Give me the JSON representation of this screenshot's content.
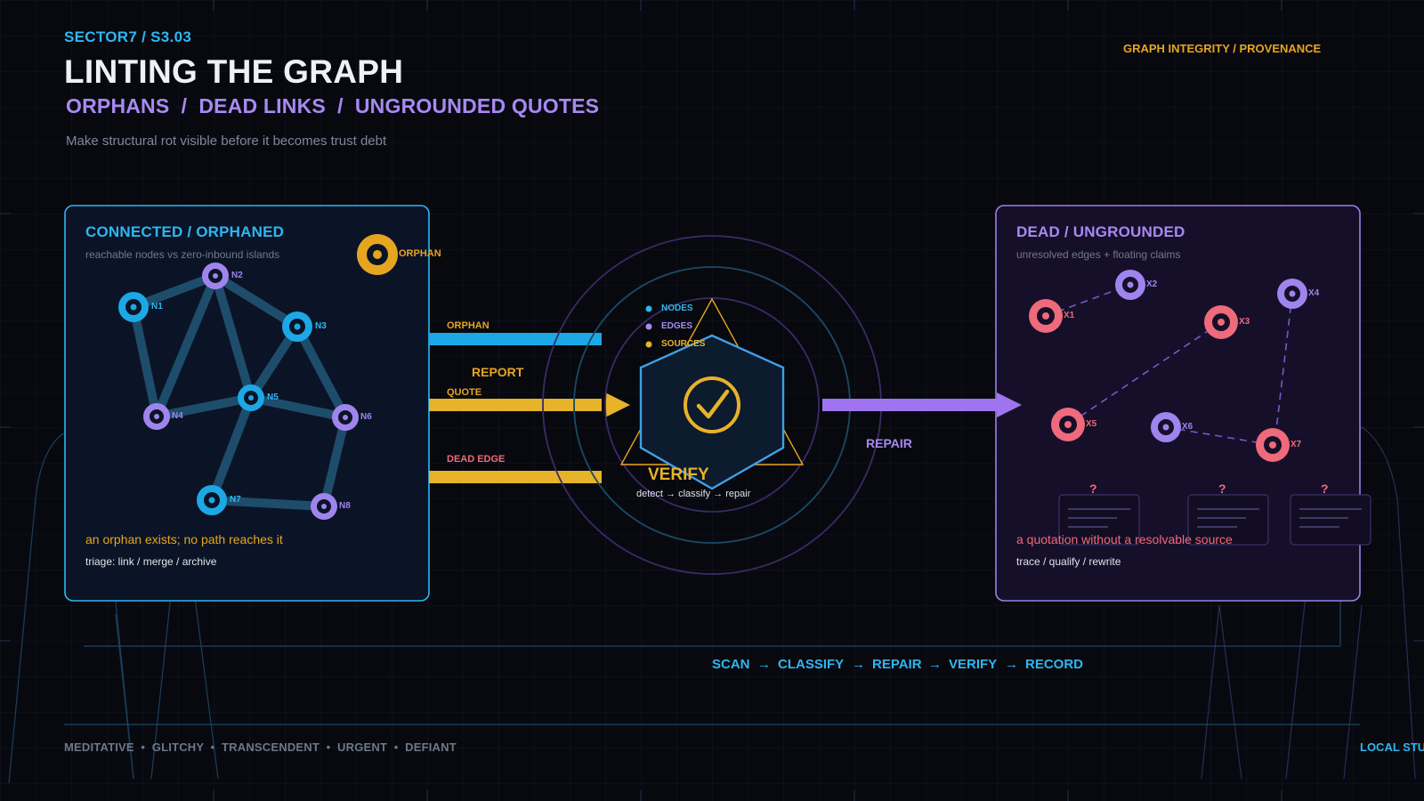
{
  "header": {
    "kicker": "SECTOR7 / S3.03",
    "title": "LINTING THE GRAPH",
    "subtitle": "ORPHANS  /  DEAD LINKS  /  UNGROUNDED QUOTES",
    "tagline": "Make structural rot visible before it becomes trust debt",
    "top_right": "GRAPH INTEGRITY / PROVENANCE"
  },
  "left_panel": {
    "title": "CONNECTED / ORPHANED",
    "subtitle": "reachable nodes vs zero-inbound islands",
    "orphan_label": "ORPHAN",
    "note": "an orphan exists; no path reaches it",
    "triage": "triage: link / merge / archive",
    "nodes": [
      "N1",
      "N2",
      "N3",
      "N4",
      "N5",
      "N6",
      "N7",
      "N8"
    ]
  },
  "flows": {
    "orphan": "ORPHAN",
    "report": "REPORT",
    "quote": "QUOTE",
    "dead_edge": "DEAD EDGE",
    "repair": "REPAIR"
  },
  "center": {
    "legend": [
      "NODES",
      "EDGES",
      "SOURCES"
    ],
    "title": "VERIFY",
    "subtitle": "detect → classify → repair"
  },
  "right_panel": {
    "title": "DEAD / UNGROUNDED",
    "subtitle": "unresolved edges + floating claims",
    "nodes": [
      "X1",
      "X2",
      "X3",
      "X4",
      "X5",
      "X6",
      "X7"
    ],
    "quote_marks": [
      "?",
      "?",
      "?"
    ],
    "note": "a quotation without a resolvable source",
    "triage": "trace / qualify / rewrite"
  },
  "pipeline": [
    "SCAN",
    "CLASSIFY",
    "REPAIR",
    "VERIFY",
    "RECORD"
  ],
  "pipeline_arrow": "→",
  "footer": {
    "moods": "MEDITATIVE  •  GLITCHY  •  TRANSCENDENT  •  URGENT  •  DEFIANT",
    "credit": "LOCAL STUDIO"
  },
  "colors": {
    "cyan": "#2fb6f0",
    "violet": "#a889f2",
    "amber": "#e6b32a",
    "coral": "#ef6a7a",
    "background": "#08090f"
  }
}
